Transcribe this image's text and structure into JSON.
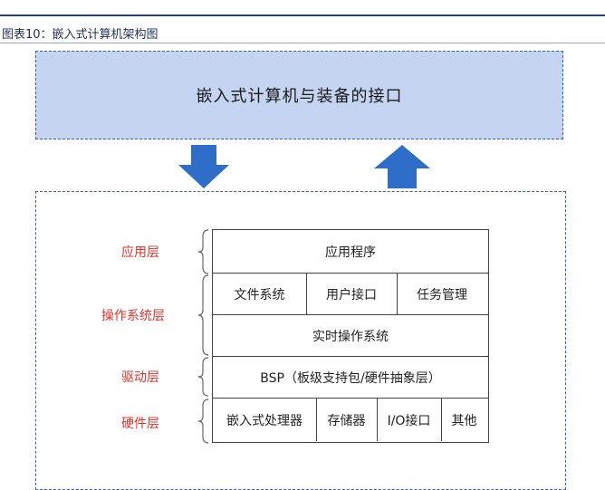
{
  "figure": {
    "title": "图表10：嵌入式计算机架构图"
  },
  "interface_box": {
    "label": "嵌入式计算机与装备的接口"
  },
  "layers": {
    "app": "应用层",
    "os": "操作系统层",
    "driver": "驱动层",
    "hardware": "硬件层"
  },
  "table": {
    "app_row": "应用程序",
    "os_row1": [
      "文件系统",
      "用户接口",
      "任务管理"
    ],
    "os_row2": "实时操作系统",
    "driver_row": "BSP（板级支持包/硬件抽象层）",
    "hw_row": [
      "嵌入式处理器",
      "存储器",
      "I/O接口",
      "其他"
    ]
  },
  "colors": {
    "accent_blue": "#2f6ec8",
    "box_fill": "#c5d5f1",
    "label_red": "#e0332a"
  }
}
